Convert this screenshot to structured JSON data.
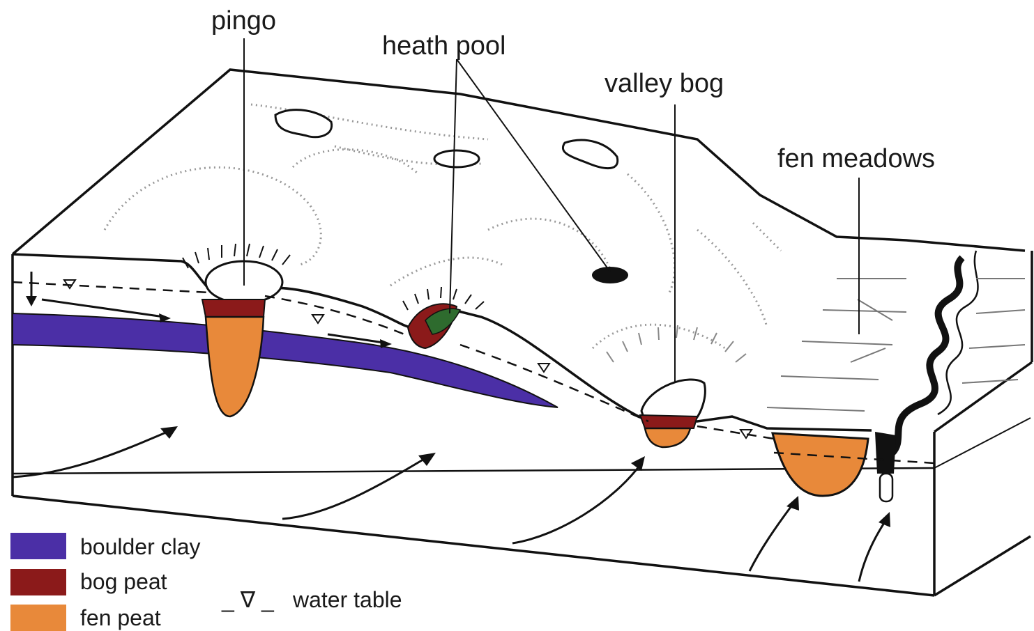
{
  "labels": {
    "pingo": "pingo",
    "heath_pool": "heath pool",
    "valley_bog": "valley bog",
    "fen_meadows": "fen meadows"
  },
  "legend": {
    "items": [
      {
        "label": "boulder clay",
        "color": "#4b2fa6"
      },
      {
        "label": "bog peat",
        "color": "#8b1a1a"
      },
      {
        "label": "fen peat",
        "color": "#e8893a"
      }
    ],
    "water_table_symbol": "_ ∇ _",
    "water_table_label": "water table"
  },
  "colors": {
    "boulder_clay": "#4b2fa6",
    "bog_peat": "#8b1a1a",
    "fen_peat": "#e8893a",
    "outline": "#111111"
  }
}
